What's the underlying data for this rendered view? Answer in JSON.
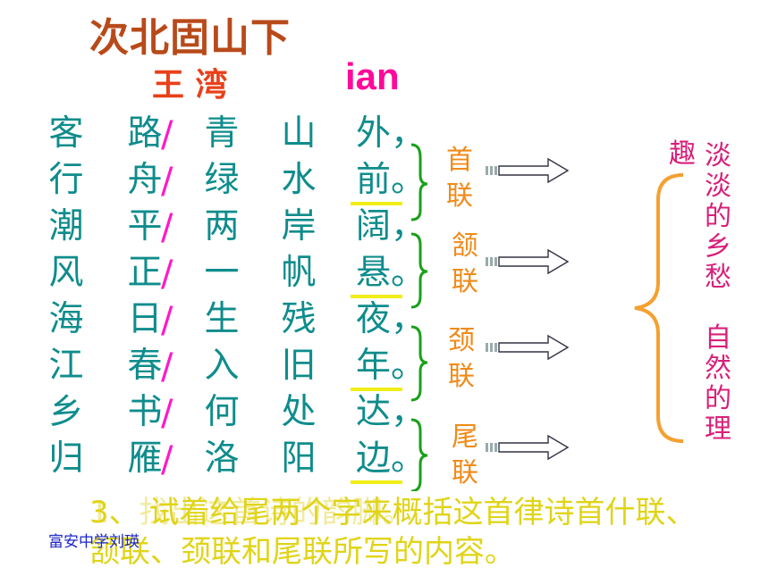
{
  "title": "次北固山下",
  "author": "王 湾",
  "rhyme": "ian",
  "poem": {
    "lines": [
      [
        "客",
        "路",
        "青",
        "山",
        "外，"
      ],
      [
        "行",
        "舟",
        "绿",
        "水",
        "前。"
      ],
      [
        "潮",
        "平",
        "两",
        "岸",
        "阔，"
      ],
      [
        "风",
        "正",
        "一",
        "帆",
        "悬。"
      ],
      [
        "海",
        "日",
        "生",
        "残",
        "夜，"
      ],
      [
        "江",
        "春",
        "入",
        "旧",
        "年。"
      ],
      [
        "乡",
        "书",
        "何",
        "处",
        "达，"
      ],
      [
        "归",
        "雁",
        "洛",
        "阳",
        "边。"
      ]
    ],
    "pause_mark": "/"
  },
  "stanzas": [
    "首联",
    "颔联",
    "颈联",
    "尾联"
  ],
  "side": {
    "qu": "趣",
    "col1": "淡淡的乡愁",
    "col2": "自然的理"
  },
  "overlay": {
    "question": "3、 试着给尾两个字来概括这首律诗首什联、颔联、颈联和尾联所写的内容。",
    "under": "1、找出这首诗的韵脚。"
  },
  "footer": "富安中学刘瑛",
  "colors": {
    "teal": "#0f8c8c",
    "orange": "#f08a18",
    "pink": "#ff0a9a",
    "yellow": "#f2ee18"
  }
}
